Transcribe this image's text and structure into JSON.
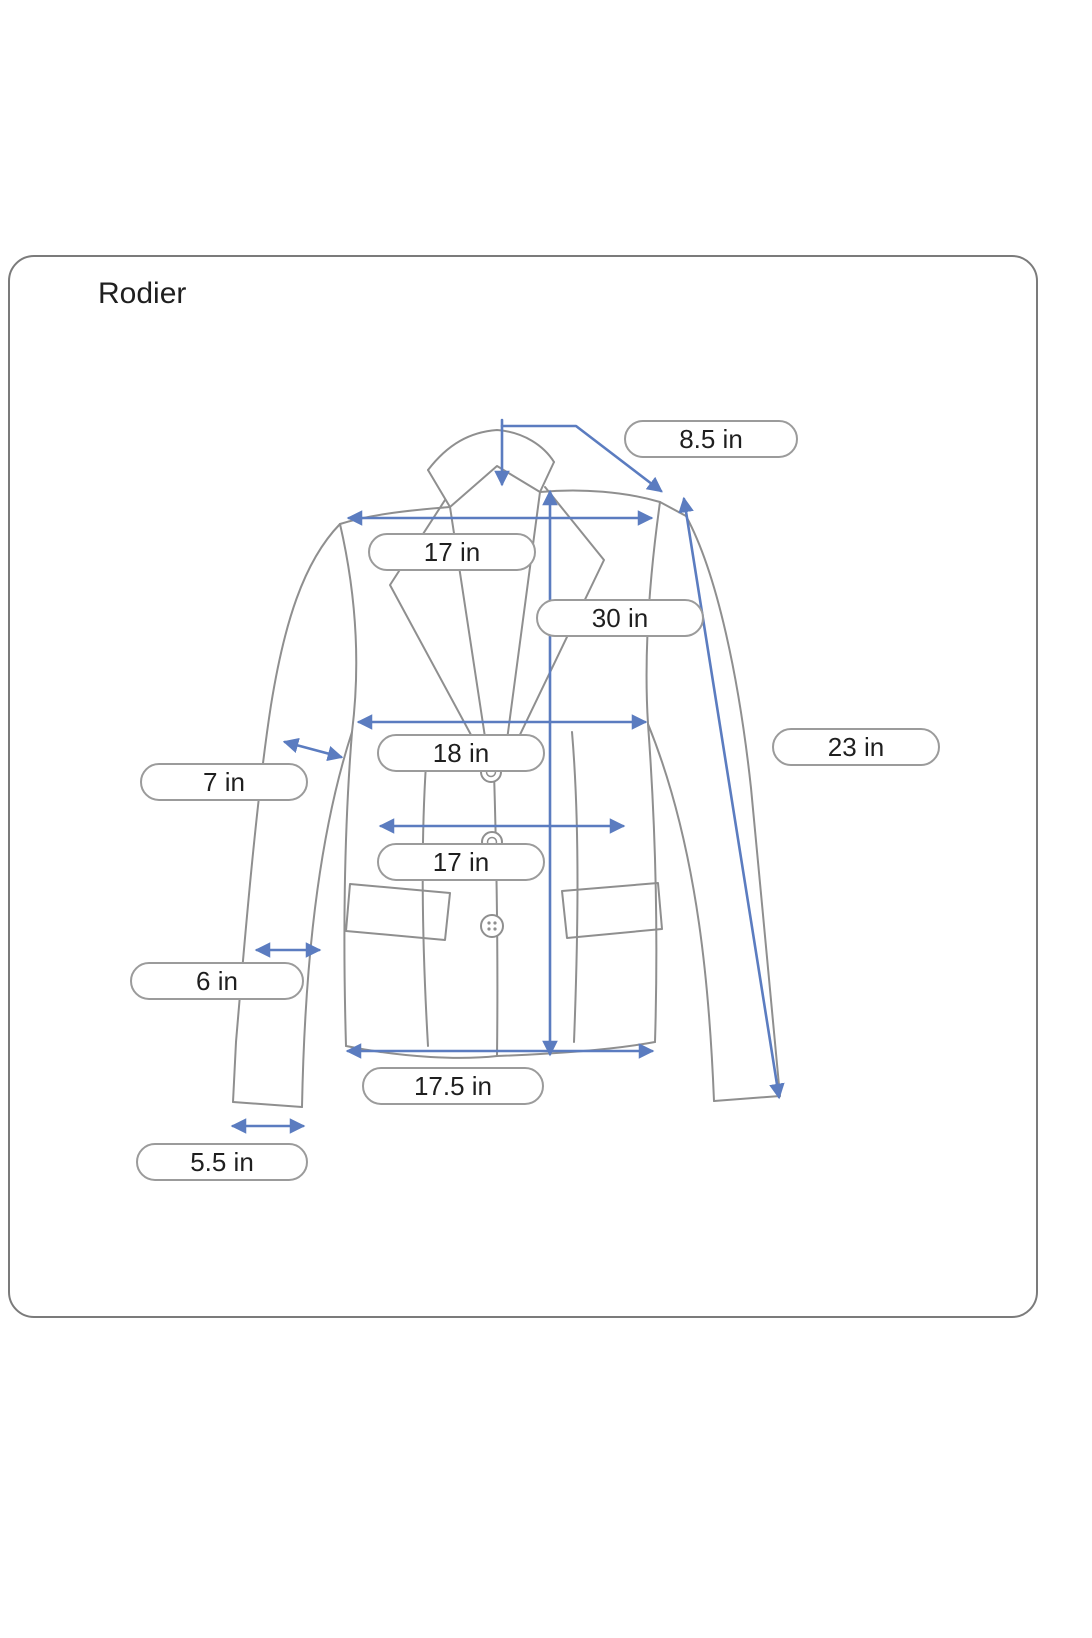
{
  "brand": "Rodier",
  "measurements": [
    {
      "label": "8.5 in"
    },
    {
      "label": "17 in"
    },
    {
      "label": "30 in"
    },
    {
      "label": "18 in"
    },
    {
      "label": "7 in"
    },
    {
      "label": "17 in"
    },
    {
      "label": "23 in"
    },
    {
      "label": "6 in"
    },
    {
      "label": "17.5 in"
    },
    {
      "label": "5.5 in"
    }
  ],
  "colors": {
    "arrow": "#5b7cc0",
    "outline": "#8f8f8f",
    "pill_border": "#9b9b9b",
    "card_border": "#7b7b7b",
    "text": "#1f1f1f"
  }
}
